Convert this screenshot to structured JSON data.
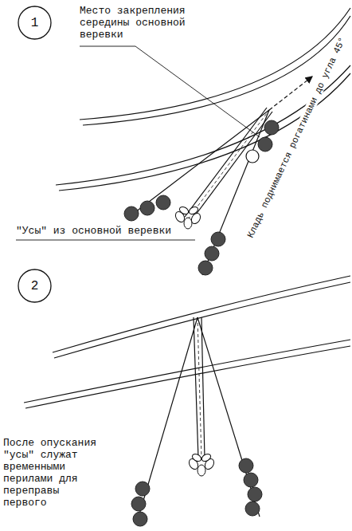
{
  "diagram": {
    "nodes": [
      {
        "text": [
          "1"
        ]
      },
      {
        "text": [
          "2"
        ]
      }
    ],
    "labels": [
      "Место закрепления середины основной веревки",
      "Кладь поднимается рогатинами до угла 45°",
      "\"Усы\" из основной веревки",
      "После опускания \"усы\" служат временными перилами для переправы первого"
    ]
  }
}
